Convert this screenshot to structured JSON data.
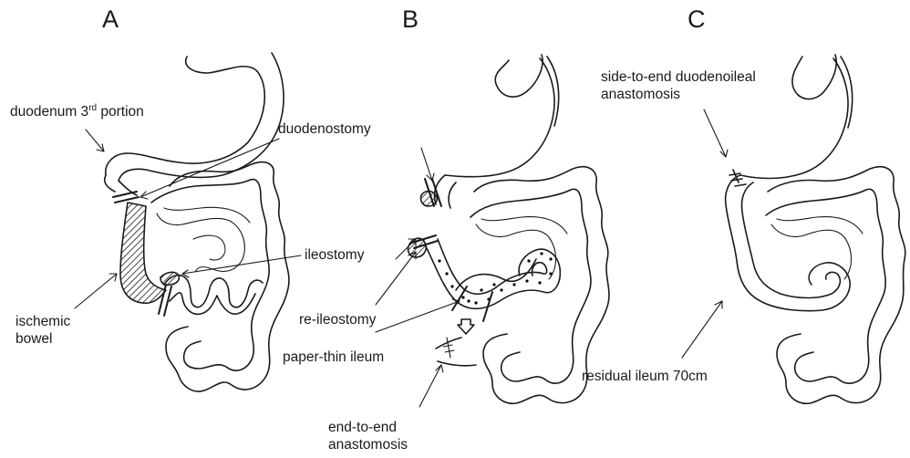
{
  "panels": {
    "a": "A",
    "b": "B",
    "c": "C"
  },
  "labels": {
    "duodenum_prefix": "duodenum 3",
    "duodenum_sup": "rd",
    "duodenum_suffix": " portion",
    "duodenostomy": "duodenostomy",
    "ileostomy": "ileostomy",
    "ischemic": "ischemic",
    "bowel": "bowel",
    "re_ileostomy": "re-ileostomy",
    "paper_thin_ileum": "paper-thin ileum",
    "end_to_end": "end-to-end",
    "anastomosis": "anastomosis",
    "side_to_end": "side-to-end duodenoileal",
    "anastomosis_c": "anastomosis",
    "residual_ileum": "residual ileum 70cm"
  }
}
